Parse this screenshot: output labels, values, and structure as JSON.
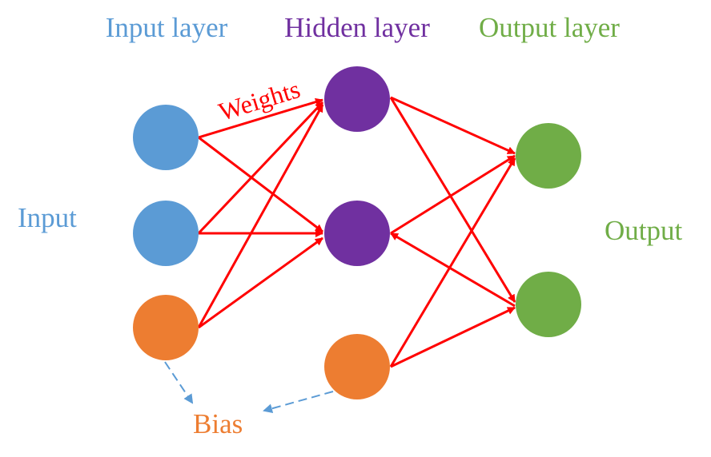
{
  "labels": {
    "input_layer": "Input layer",
    "hidden_layer": "Hidden layer",
    "output_layer": "Output layer",
    "input": "Input",
    "output": "Output",
    "weights": "Weights",
    "bias": "Bias"
  },
  "colors": {
    "input_node": "#5b9bd5",
    "hidden_node": "#7030a0",
    "output_node": "#70ad47",
    "bias_node": "#ed7d31",
    "connection": "#ff0000",
    "bias_link": "#5b9bd5"
  }
}
